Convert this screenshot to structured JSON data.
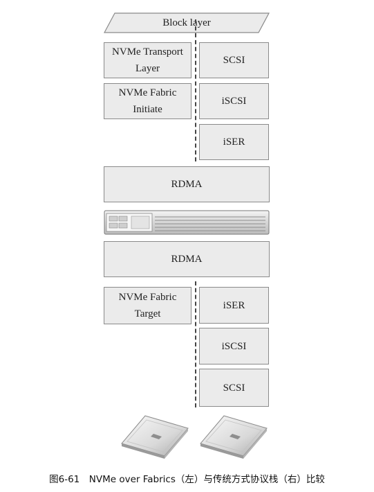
{
  "top": {
    "block_layer": "Block layer",
    "nvme_transport_layer": "NVMe Transport\nLayer",
    "nvme_fabric_initiate": "NVMe Fabric\nInitiate",
    "scsi": "SCSI",
    "iscsi": "iSCSI",
    "iser": "iSER",
    "rdma": "RDMA"
  },
  "network_icon": "server-rack-icon",
  "bottom": {
    "rdma": "RDMA",
    "nvme_fabric_target": "NVMe Fabric\nTarget",
    "iser": "iSER",
    "iscsi": "iSCSI",
    "scsi": "SCSI"
  },
  "drive_icons": [
    "ssd-icon",
    "ssd-icon"
  ],
  "caption": "图6-61　NVMe over Fabrics（左）与传统方式协议栈（右）比较"
}
